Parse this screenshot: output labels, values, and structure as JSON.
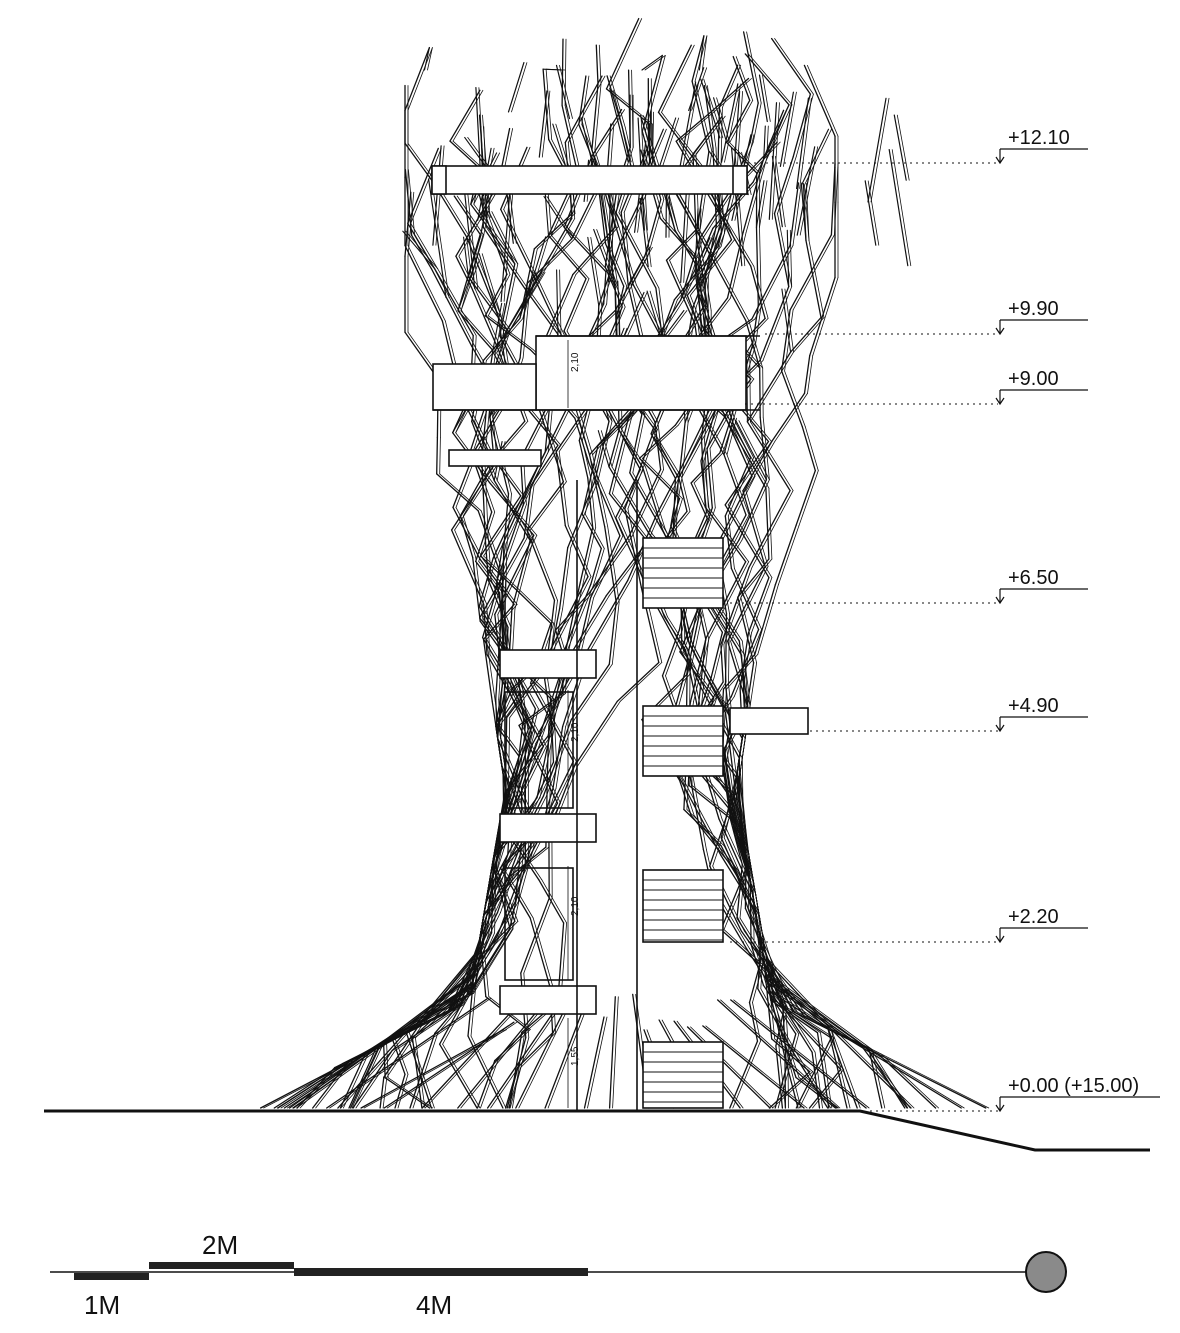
{
  "levels": [
    {
      "label": "+12.10"
    },
    {
      "label": "+9.90"
    },
    {
      "label": "+9.00"
    },
    {
      "label": "+6.50"
    },
    {
      "label": "+4.90"
    },
    {
      "label": "+2.20"
    },
    {
      "label": "+0.00 (+15.00)"
    }
  ],
  "dimensions": [
    {
      "label": "2,10"
    },
    {
      "label": "2,10"
    },
    {
      "label": "2,10"
    },
    {
      "label": "1,55"
    }
  ],
  "scale_bar": {
    "segments": [
      {
        "label": "1M"
      },
      {
        "label": "2M"
      },
      {
        "label": "4M"
      }
    ]
  },
  "colors": {
    "line": "#111111",
    "north_marker": "#8a8a8a"
  }
}
